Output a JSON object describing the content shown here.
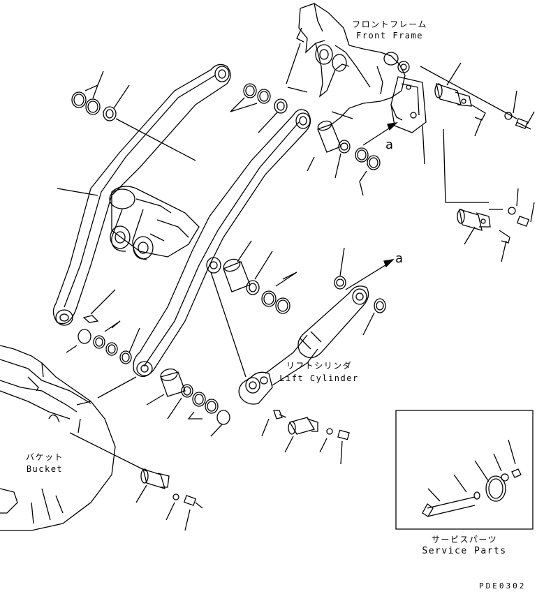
{
  "labels": {
    "front_frame_jp": "フロントフレーム",
    "front_frame_en": "Front Frame",
    "lift_cylinder_jp": "リフトシリンダ",
    "lift_cylinder_en": "Lift Cylinder",
    "bucket_jp": "バケット",
    "bucket_en": "Bucket",
    "service_parts_jp": "サービスパーツ",
    "service_parts_en": "Service Parts"
  },
  "markers": {
    "a_upper": "a",
    "a_lower": "a"
  },
  "drawing_code": "PDE0302"
}
